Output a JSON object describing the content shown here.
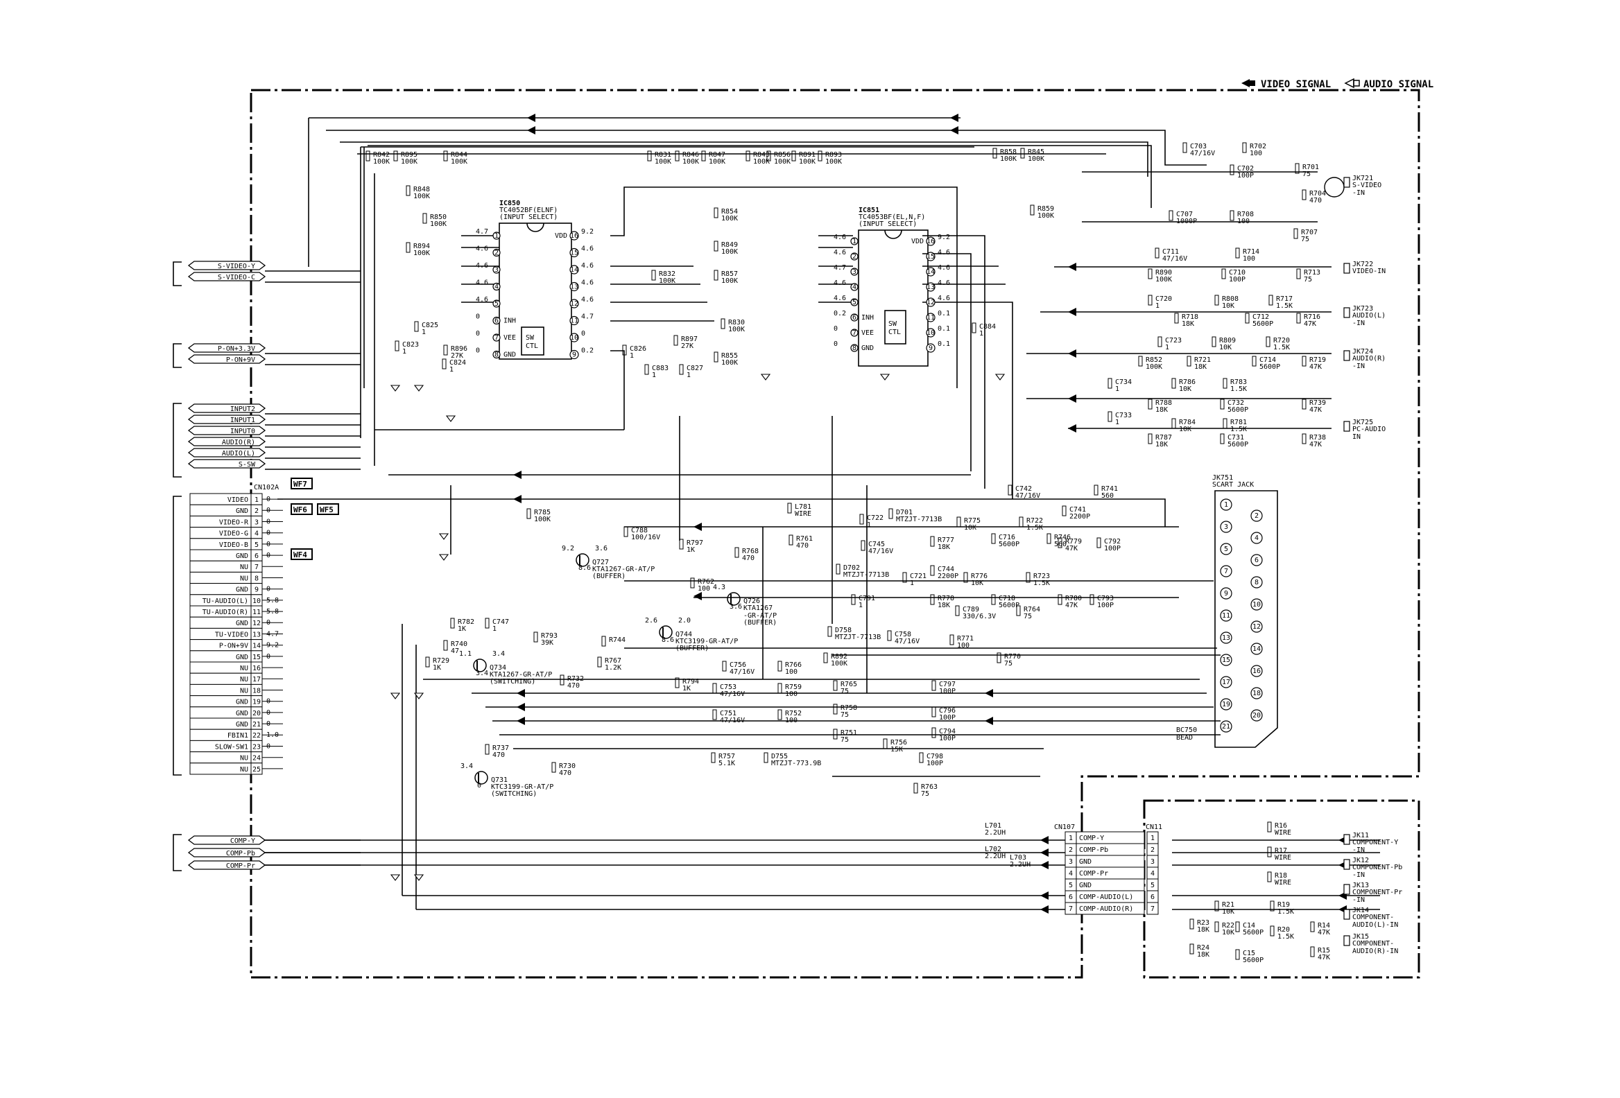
{
  "legend": {
    "video_signal": "VIDEO SIGNAL",
    "audio_signal": "AUDIO SIGNAL"
  },
  "connectors": {
    "svideo_port": [
      "S-VIDEO-Y",
      "S-VIDEO-C"
    ],
    "power_port": [
      "P-ON+3.3V",
      "P-ON+9V"
    ],
    "input_port": [
      "INPUT2",
      "INPUT1",
      "INPUT0",
      "AUDIO(R)",
      "AUDIO(L)",
      "S-SW"
    ],
    "comp_port": [
      "COMP-Y",
      "COMP-Pb",
      "COMP-Pr"
    ]
  },
  "cn102a": {
    "ref": "CN102A",
    "pins": [
      {
        "n": "1",
        "name": "VIDEO",
        "v": "0"
      },
      {
        "n": "2",
        "name": "GND",
        "v": "0"
      },
      {
        "n": "3",
        "name": "VIDEO-R",
        "v": "0"
      },
      {
        "n": "4",
        "name": "VIDEO-G",
        "v": "0"
      },
      {
        "n": "5",
        "name": "VIDEO-B",
        "v": "0"
      },
      {
        "n": "6",
        "name": "GND",
        "v": "0"
      },
      {
        "n": "7",
        "name": "NU",
        "v": ""
      },
      {
        "n": "8",
        "name": "NU",
        "v": ""
      },
      {
        "n": "9",
        "name": "GND",
        "v": "0"
      },
      {
        "n": "10",
        "name": "TU-AUDIO(L)",
        "v": "5.8"
      },
      {
        "n": "11",
        "name": "TU-AUDIO(R)",
        "v": "5.8"
      },
      {
        "n": "12",
        "name": "GND",
        "v": "0"
      },
      {
        "n": "13",
        "name": "TU-VIDEO",
        "v": "4.7"
      },
      {
        "n": "14",
        "name": "P-ON+9V",
        "v": "9.2"
      },
      {
        "n": "15",
        "name": "GND",
        "v": "0"
      },
      {
        "n": "16",
        "name": "NU",
        "v": ""
      },
      {
        "n": "17",
        "name": "NU",
        "v": ""
      },
      {
        "n": "18",
        "name": "NU",
        "v": ""
      },
      {
        "n": "19",
        "name": "GND",
        "v": "0"
      },
      {
        "n": "20",
        "name": "GND",
        "v": "0"
      },
      {
        "n": "21",
        "name": "GND",
        "v": "0"
      },
      {
        "n": "22",
        "name": "FBIN1",
        "v": "1.0"
      },
      {
        "n": "23",
        "name": "SLOW-SW1",
        "v": "0"
      },
      {
        "n": "24",
        "name": "NU",
        "v": ""
      },
      {
        "n": "25",
        "name": "NU",
        "v": ""
      }
    ],
    "waveforms": [
      "WF7",
      "WF6",
      "WF5",
      "WF4"
    ]
  },
  "ic850": {
    "ref": "IC850",
    "part": "TC4052BF(ELNF)",
    "desc": "(INPUT SELECT)",
    "left_pins": [
      {
        "n": "1",
        "v": "4.7"
      },
      {
        "n": "2",
        "v": "4.6"
      },
      {
        "n": "3",
        "v": "4.6"
      },
      {
        "n": "4",
        "v": "4.6"
      },
      {
        "n": "5",
        "v": "4.6"
      },
      {
        "n": "6",
        "v": "0"
      },
      {
        "n": "7",
        "v": "0"
      },
      {
        "n": "8",
        "v": "0"
      }
    ],
    "right_pins": [
      {
        "n": "16",
        "v": "9.2"
      },
      {
        "n": "15",
        "v": "4.6"
      },
      {
        "n": "14",
        "v": "4.6"
      },
      {
        "n": "13",
        "v": "4.6"
      },
      {
        "n": "12",
        "v": "4.6"
      },
      {
        "n": "11",
        "v": "4.7"
      },
      {
        "n": "10",
        "v": "0"
      },
      {
        "n": "9",
        "v": "0.2"
      }
    ],
    "inner_left": [
      "INH",
      "VEE",
      "GND"
    ],
    "vdd": "VDD",
    "sw": [
      "SW",
      "CTL"
    ]
  },
  "ic851": {
    "ref": "IC851",
    "part": "TC4053BF(EL,N,F)",
    "desc": "(INPUT SELECT)",
    "left_pins": [
      {
        "n": "1",
        "v": "4.6"
      },
      {
        "n": "2",
        "v": "4.6"
      },
      {
        "n": "3",
        "v": "4.7"
      },
      {
        "n": "4",
        "v": "4.6"
      },
      {
        "n": "5",
        "v": "4.6"
      },
      {
        "n": "6",
        "v": "0.2"
      },
      {
        "n": "7",
        "v": "0"
      },
      {
        "n": "8",
        "v": "0"
      }
    ],
    "right_pins": [
      {
        "n": "16",
        "v": "9.2"
      },
      {
        "n": "15",
        "v": "4.6"
      },
      {
        "n": "14",
        "v": "4.6"
      },
      {
        "n": "13",
        "v": "4.6"
      },
      {
        "n": "12",
        "v": "4.6"
      },
      {
        "n": "11",
        "v": "0.1"
      },
      {
        "n": "10",
        "v": "0.1"
      },
      {
        "n": "9",
        "v": "0.1"
      }
    ],
    "inner_left": [
      "INH",
      "VEE",
      "GND"
    ],
    "vdd": "VDD",
    "sw": [
      "SW",
      "CTL"
    ]
  },
  "components_top": [
    {
      "ref": "R842",
      "val": "100K"
    },
    {
      "ref": "R895",
      "val": "100K"
    },
    {
      "ref": "R844",
      "val": "100K"
    },
    {
      "ref": "R848",
      "val": "100K"
    },
    {
      "ref": "R850",
      "val": "100K"
    },
    {
      "ref": "R894",
      "val": "100K"
    },
    {
      "ref": "C825",
      "val": "1"
    },
    {
      "ref": "C823",
      "val": "1"
    },
    {
      "ref": "R896",
      "val": "27K"
    },
    {
      "ref": "C824",
      "val": "1"
    },
    {
      "ref": "R831",
      "val": "100K"
    },
    {
      "ref": "R846",
      "val": "100K"
    },
    {
      "ref": "R847",
      "val": "100K"
    },
    {
      "ref": "R854",
      "val": "100K"
    },
    {
      "ref": "R849",
      "val": "100K"
    },
    {
      "ref": "R832",
      "val": "100K"
    },
    {
      "ref": "R857",
      "val": "100K"
    },
    {
      "ref": "R830",
      "val": "100K"
    },
    {
      "ref": "C826",
      "val": "1"
    },
    {
      "ref": "R897",
      "val": "27K"
    },
    {
      "ref": "C883",
      "val": "1"
    },
    {
      "ref": "C827",
      "val": "1"
    },
    {
      "ref": "R855",
      "val": "100K"
    },
    {
      "ref": "R843",
      "val": "100K"
    },
    {
      "ref": "R856",
      "val": "100K"
    },
    {
      "ref": "R891",
      "val": "100K"
    },
    {
      "ref": "R893",
      "val": "100K"
    },
    {
      "ref": "R858",
      "val": "100K"
    },
    {
      "ref": "R845",
      "val": "100K"
    },
    {
      "ref": "R859",
      "val": "100K"
    },
    {
      "ref": "C884",
      "val": "1"
    }
  ],
  "right_inputs": [
    {
      "ref": "JK721",
      "name": "S-VIDEO\n-IN"
    },
    {
      "ref": "JK722",
      "name": "VIDEO-IN"
    },
    {
      "ref": "JK723",
      "name": "AUDIO(L)\n-IN"
    },
    {
      "ref": "JK724",
      "name": "AUDIO(R)\n-IN"
    },
    {
      "ref": "JK725",
      "name": "PC-AUDIO\nIN"
    }
  ],
  "right_components": [
    {
      "ref": "C703",
      "val": "47/16V"
    },
    {
      "ref": "R702",
      "val": "100"
    },
    {
      "ref": "C702",
      "val": "100P"
    },
    {
      "ref": "R701",
      "val": "75"
    },
    {
      "ref": "R704",
      "val": "470"
    },
    {
      "ref": "C707",
      "val": "1000P"
    },
    {
      "ref": "R708",
      "val": "100"
    },
    {
      "ref": "R707",
      "val": "75"
    },
    {
      "ref": "C711",
      "val": "47/16V"
    },
    {
      "ref": "R714",
      "val": "100"
    },
    {
      "ref": "R890",
      "val": "100K"
    },
    {
      "ref": "C710",
      "val": "100P"
    },
    {
      "ref": "R713",
      "val": "75"
    },
    {
      "ref": "C720",
      "val": "1"
    },
    {
      "ref": "R808",
      "val": "10K"
    },
    {
      "ref": "R717",
      "val": "1.5K"
    },
    {
      "ref": "R718",
      "val": "18K"
    },
    {
      "ref": "C712",
      "val": "5600P"
    },
    {
      "ref": "R716",
      "val": "47K"
    },
    {
      "ref": "C723",
      "val": "1"
    },
    {
      "ref": "R809",
      "val": "10K"
    },
    {
      "ref": "R720",
      "val": "1.5K"
    },
    {
      "ref": "R852",
      "val": "100K"
    },
    {
      "ref": "R721",
      "val": "18K"
    },
    {
      "ref": "C714",
      "val": "5600P"
    },
    {
      "ref": "R719",
      "val": "47K"
    },
    {
      "ref": "C734",
      "val": "1"
    },
    {
      "ref": "R786",
      "val": "10K"
    },
    {
      "ref": "R783",
      "val": "1.5K"
    },
    {
      "ref": "R788",
      "val": "18K"
    },
    {
      "ref": "C732",
      "val": "5600P"
    },
    {
      "ref": "R739",
      "val": "47K"
    },
    {
      "ref": "C733",
      "val": "1"
    },
    {
      "ref": "R784",
      "val": "10K"
    },
    {
      "ref": "R781",
      "val": "1.5K"
    },
    {
      "ref": "R787",
      "val": "18K"
    },
    {
      "ref": "C731",
      "val": "5600P"
    },
    {
      "ref": "R738",
      "val": "47K"
    }
  ],
  "center_parts": [
    {
      "ref": "R785",
      "val": "100K"
    },
    {
      "ref": "C788",
      "val": "100/16V"
    },
    {
      "ref": "R797",
      "val": "1K"
    },
    {
      "ref": "R768",
      "val": "470"
    },
    {
      "ref": "R761",
      "val": "470"
    },
    {
      "ref": "L781",
      "val": "WIRE"
    },
    {
      "ref": "R762",
      "val": "100"
    },
    {
      "ref": "R782",
      "val": "1K"
    },
    {
      "ref": "C747",
      "val": "1"
    },
    {
      "ref": "R793",
      "val": "39K"
    },
    {
      "ref": "R740",
      "val": "47"
    },
    {
      "ref": "R729",
      "val": "1K"
    },
    {
      "ref": "R732",
      "val": "470"
    },
    {
      "ref": "R744",
      "val": ""
    },
    {
      "ref": "R767",
      "val": "1.2K"
    },
    {
      "ref": "R794",
      "val": "1K"
    },
    {
      "ref": "R737",
      "val": "470"
    },
    {
      "ref": "R730",
      "val": "470"
    },
    {
      "ref": "C756",
      "val": "47/16V"
    },
    {
      "ref": "R766",
      "val": "100"
    },
    {
      "ref": "C753",
      "val": "47/16V"
    },
    {
      "ref": "R759",
      "val": "100"
    },
    {
      "ref": "C751",
      "val": "47/16V"
    },
    {
      "ref": "R752",
      "val": "100"
    },
    {
      "ref": "R757",
      "val": "5.1K"
    },
    {
      "ref": "D755",
      "val": "MTZJT-773.9B"
    }
  ],
  "transistors": [
    {
      "ref": "Q727",
      "part": "KTA1267-GR-AT/P",
      "fn": "(BUFFER)",
      "v": [
        "9.2",
        "8.6",
        "3.6"
      ]
    },
    {
      "ref": "Q726",
      "part": "KTA1267\n-GR-AT/P",
      "fn": "(BUFFER)",
      "v": [
        "4.3",
        "3.6"
      ]
    },
    {
      "ref": "Q744",
      "part": "KTC3199-GR-AT/P",
      "fn": "(BUFFER)",
      "v": [
        "2.6",
        "8.6",
        "2.0"
      ]
    },
    {
      "ref": "Q734",
      "part": "KTA1267-GR-AT/P",
      "fn": "(SWITCHING)",
      "v": [
        "1.1",
        "3.4",
        "3.4"
      ]
    },
    {
      "ref": "Q731",
      "part": "KTC3199-GR-AT/P",
      "fn": "(SWITCHING)",
      "v": [
        "3.4",
        "0"
      ]
    }
  ],
  "scart_parts": [
    {
      "ref": "C742",
      "val": "47/16V"
    },
    {
      "ref": "R741",
      "val": "560"
    },
    {
      "ref": "C741",
      "val": "2200P"
    },
    {
      "ref": "C722",
      "val": "1"
    },
    {
      "ref": "D701",
      "val": "MTZJT-7713B"
    },
    {
      "ref": "R775",
      "val": "10K"
    },
    {
      "ref": "R722",
      "val": "1.5K"
    },
    {
      "ref": "C745",
      "val": "47/16V"
    },
    {
      "ref": "R777",
      "val": "18K"
    },
    {
      "ref": "C716",
      "val": "5600P"
    },
    {
      "ref": "R746",
      "val": "560"
    },
    {
      "ref": "R779",
      "val": "47K"
    },
    {
      "ref": "C792",
      "val": "100P"
    },
    {
      "ref": "D702",
      "val": "MTZJT-7713B"
    },
    {
      "ref": "C744",
      "val": "2200P"
    },
    {
      "ref": "C721",
      "val": "1"
    },
    {
      "ref": "R776",
      "val": "10K"
    },
    {
      "ref": "R723",
      "val": "1.5K"
    },
    {
      "ref": "C791",
      "val": "1"
    },
    {
      "ref": "R778",
      "val": "18K"
    },
    {
      "ref": "C718",
      "val": "5600P"
    },
    {
      "ref": "R780",
      "val": "47K"
    },
    {
      "ref": "C793",
      "val": "100P"
    },
    {
      "ref": "C789",
      "val": "330/6.3V"
    },
    {
      "ref": "R764",
      "val": "75"
    },
    {
      "ref": "D758",
      "val": "MTZJT-7713B"
    },
    {
      "ref": "C758",
      "val": "47/16V"
    },
    {
      "ref": "R771",
      "val": "100"
    },
    {
      "ref": "R892",
      "val": "100K"
    },
    {
      "ref": "R770",
      "val": "75"
    },
    {
      "ref": "R765",
      "val": "75"
    },
    {
      "ref": "C797",
      "val": "100P"
    },
    {
      "ref": "R758",
      "val": "75"
    },
    {
      "ref": "C796",
      "val": "100P"
    },
    {
      "ref": "R751",
      "val": "75"
    },
    {
      "ref": "C794",
      "val": "100P"
    },
    {
      "ref": "R756",
      "val": "15K"
    },
    {
      "ref": "C798",
      "val": "100P"
    },
    {
      "ref": "R763",
      "val": "75"
    }
  ],
  "scart": {
    "ref": "JK751",
    "name": "SCART JACK",
    "pins_left": [
      "1",
      "3",
      "5",
      "7",
      "9",
      "11",
      "13",
      "15",
      "17",
      "19",
      "21"
    ],
    "pins_right": [
      "2",
      "4",
      "6",
      "8",
      "10",
      "12",
      "14",
      "16",
      "18",
      "20"
    ],
    "bead": "BC750\nBEAD"
  },
  "cn107": {
    "ref": "CN107",
    "pins": [
      {
        "n": "1",
        "name": "COMP-Y"
      },
      {
        "n": "2",
        "name": "COMP-Pb"
      },
      {
        "n": "3",
        "name": "GND"
      },
      {
        "n": "4",
        "name": "COMP-Pr"
      },
      {
        "n": "5",
        "name": "GND"
      },
      {
        "n": "6",
        "name": "COMP-AUDIO(L)"
      },
      {
        "n": "7",
        "name": "COMP-AUDIO(R)"
      }
    ],
    "inductors": [
      {
        "ref": "L701",
        "val": "2.2UH"
      },
      {
        "ref": "L702",
        "val": "2.2UH"
      },
      {
        "ref": "L703",
        "val": "2.2UH"
      }
    ]
  },
  "cn11": {
    "ref": "CN11",
    "pins": [
      "1",
      "2",
      "3",
      "4",
      "5",
      "6",
      "7"
    ]
  },
  "component_jacks": [
    {
      "ref": "JK11",
      "name": "COMPONENT-Y\n-IN"
    },
    {
      "ref": "JK12",
      "name": "COMPONENT-Pb\n-IN"
    },
    {
      "ref": "JK13",
      "name": "COMPONENT-Pr\n-IN"
    },
    {
      "ref": "JK14",
      "name": "COMPONENT-\nAUDIO(L)-IN"
    },
    {
      "ref": "JK15",
      "name": "COMPONENT-\nAUDIO(R)-IN"
    }
  ],
  "component_parts": [
    {
      "ref": "R16",
      "val": "WIRE"
    },
    {
      "ref": "R17",
      "val": "WIRE"
    },
    {
      "ref": "R18",
      "val": "WIRE"
    },
    {
      "ref": "R21",
      "val": "10K"
    },
    {
      "ref": "R19",
      "val": "1.5K"
    },
    {
      "ref": "R23",
      "val": "18K"
    },
    {
      "ref": "R22",
      "val": "10K"
    },
    {
      "ref": "C14",
      "val": "5600P"
    },
    {
      "ref": "R20",
      "val": "1.5K"
    },
    {
      "ref": "R14",
      "val": "47K"
    },
    {
      "ref": "R24",
      "val": "18K"
    },
    {
      "ref": "C15",
      "val": "5600P"
    },
    {
      "ref": "R15",
      "val": "47K"
    }
  ]
}
